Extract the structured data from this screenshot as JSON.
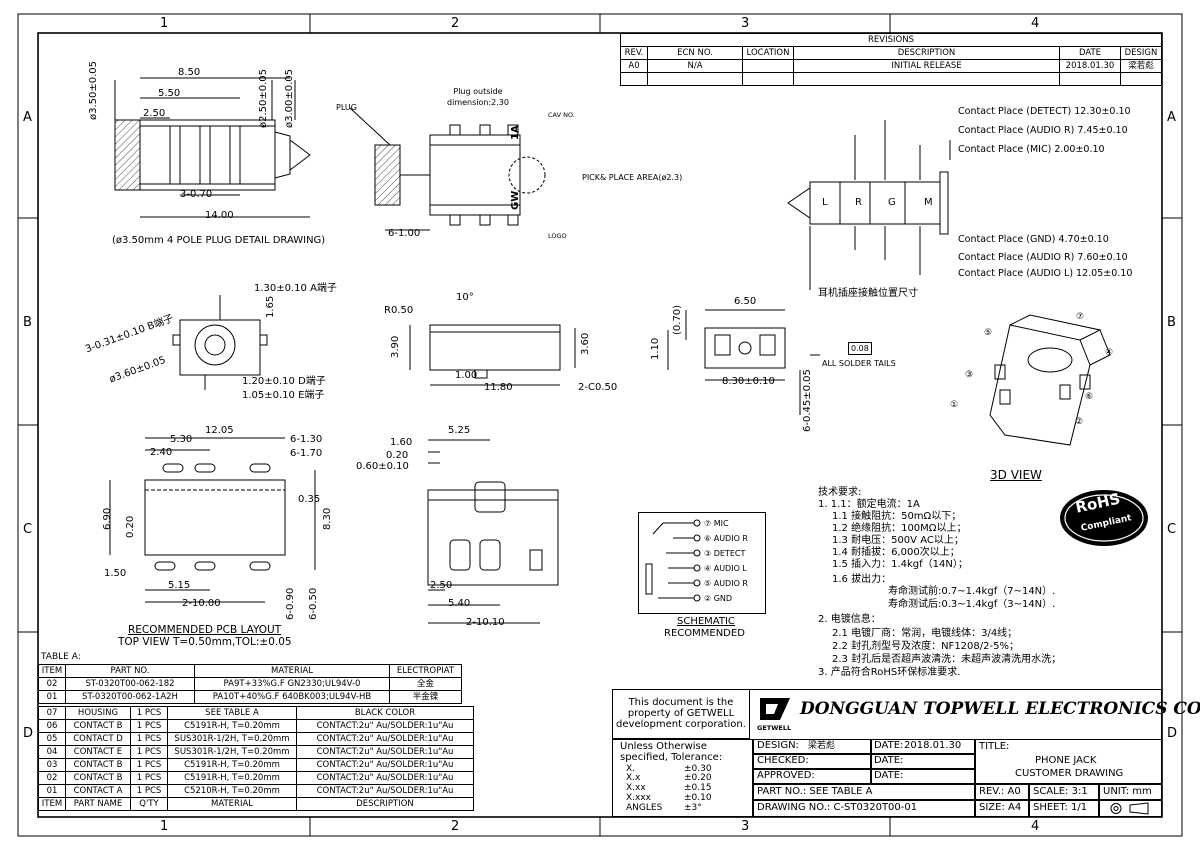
{
  "grid": {
    "cols": [
      "1",
      "2",
      "3",
      "4"
    ],
    "rows": [
      "A",
      "B",
      "C",
      "D"
    ]
  },
  "revisions": {
    "title": "REVISIONS",
    "headers": [
      "REV.",
      "ECN NO.",
      "LOCATION",
      "DESCRIPTION",
      "DATE",
      "DESIGN"
    ],
    "rows": [
      [
        "A0",
        "N/A",
        "",
        "INITIAL RELEASE",
        "2018.01.30",
        "梁若彪"
      ]
    ]
  },
  "plug_view": {
    "dims": [
      "8.50",
      "5.50",
      "2.50",
      "3-0.70",
      "14.00",
      "ø3.50±0.05",
      "ø2.50±0.05",
      "ø3.00±0.05"
    ],
    "caption": "(ø3.50mm 4 POLE PLUG DETAIL DRAWING)"
  },
  "jack_side_view": {
    "plug_label": "PLUG",
    "outside_dim": "Plug outside dimension:2.30",
    "cav_no": "CAV NO.",
    "pick_place": "PICK& PLACE AREA(ø2.3)",
    "logo": "LOGO",
    "dim_bottom": "6-1.00",
    "mark_1a": "1A",
    "mark_gw": "GW"
  },
  "contact_places": {
    "top": [
      "Contact Place (DETECT) 12.30±0.10",
      "Contact Place (AUDIO R) 7.45±0.10",
      "Contact Place (MIC) 2.00±0.10"
    ],
    "bottom": [
      "Contact Place (GND) 4.70±0.10",
      "Contact Place (AUDIO R) 7.60±0.10",
      "Contact Place (AUDIO L) 12.05±0.10"
    ],
    "segments": [
      "L",
      "R",
      "G",
      "M"
    ],
    "caption": "耳机插座接触位置尺寸"
  },
  "front_view": {
    "dims": [
      "1.30±0.10 A端子",
      "1.65",
      "3-0.31±0.10 B端子",
      "ø3.60±0.05",
      "1.20±0.10 D端子",
      "1.05±0.10 E端子"
    ]
  },
  "top_side_view": {
    "dims": [
      "R0.50",
      "10°",
      "3.90",
      "3.60",
      "1.00",
      "11.80",
      "2-C0.50"
    ]
  },
  "end_view": {
    "dims": [
      "6.50",
      "1.10",
      "(0.70)",
      "8.30±0.10",
      "6-0.45±0.05",
      "0.08"
    ],
    "note": "ALL SOLDER TAILS"
  },
  "pcb_layout": {
    "dims": [
      "12.05",
      "5.30",
      "2.40",
      "6-1.30",
      "6-1.70",
      "0.35",
      "6.90",
      "0.20",
      "8.30",
      "1.50",
      "5.15",
      "2-10.00",
      "6-0.90",
      "6-0.50"
    ],
    "caption1": "RECOMMENDED PCB LAYOUT",
    "caption2": "TOP VIEW T=0.50mm,TOL:±0.05"
  },
  "bottom_view": {
    "dims": [
      "5.25",
      "1.60",
      "0.20",
      "0.60±0.10",
      "2.50",
      "5.40",
      "2-10.10"
    ]
  },
  "schematic": {
    "pins": [
      {
        "num": "⑦",
        "name": "MIC"
      },
      {
        "num": "⑥",
        "name": "AUDIO R"
      },
      {
        "num": "③",
        "name": "DETECT"
      },
      {
        "num": "④",
        "name": "AUDIO L"
      },
      {
        "num": "⑤",
        "name": "AUDIO R"
      },
      {
        "num": "②",
        "name": "GND"
      }
    ],
    "caption1": "SCHEMATIC",
    "caption2": "RECOMMENDED"
  },
  "view3d": {
    "caption": "3D VIEW",
    "callouts": [
      "⑤",
      "⑦",
      "④",
      "③",
      "⑥",
      "①",
      "②"
    ]
  },
  "rohs": {
    "line1": "RoHS",
    "line2": "Compliant"
  },
  "requirements": {
    "title": "技术要求:",
    "lines": [
      "1.  1.1：额定电流：1A",
      "1.1  接触阻抗：50mΩ以下；",
      "1.2  绝缘阻抗：100MΩ以上；",
      "1.3  耐电压：500V AC以上；",
      "1.4  耐插拔：6,000次以上；",
      "1.5  插入力：1.4kgf（14N）；",
      "1.6  拔出力：",
      "寿命测试前:0.7~1.4kgf（7~14N）.",
      "寿命测试后:0.3~1.4kgf（3~14N）.",
      "2.  电镀信息：",
      "2.1  电镀厂商：常润，电镀线体：3/4线；",
      "2.2  封孔剂型号及浓度：NF1208/2-5%；",
      "2.3  封孔后是否超声波清洗：未超声波清洗用水洗；",
      "3.  产品符合RoHS环保标准要求."
    ]
  },
  "table_a": {
    "label": "TABLE A:",
    "headers": [
      "ITEM",
      "PART NO.",
      "MATERIAL",
      "ELECTROPIAT"
    ],
    "rows": [
      [
        "02",
        "ST-0320T00-062-182",
        "PA9T+33%G.F GN2330;UL94V-0",
        "全金"
      ],
      [
        "01",
        "ST-0320T00-062-1A2H",
        "PA10T+40%G.F 640BK003;UL94V-HB",
        "半金镍"
      ]
    ]
  },
  "bom": {
    "headers": [
      "ITEM",
      "PART NAME",
      "Q'TY",
      "MATERIAL",
      "DESCRIPTION"
    ],
    "rows": [
      [
        "07",
        "HOUSING",
        "1 PCS",
        "SEE TABLE A",
        "BLACK COLOR"
      ],
      [
        "06",
        "CONTACT B",
        "1 PCS",
        "C5191R-H, T=0.20mm",
        "CONTACT:2u\" Au/SOLDER:1u\"Au"
      ],
      [
        "05",
        "CONTACT D",
        "1 PCS",
        "SUS301R-1/2H, T=0.20mm",
        "CONTACT:2u\" Au/SOLDER:1u\"Au"
      ],
      [
        "04",
        "CONTACT E",
        "1 PCS",
        "SUS301R-1/2H, T=0.20mm",
        "CONTACT:2u\" Au/SOLDER:1u\"Au"
      ],
      [
        "03",
        "CONTACT B",
        "1 PCS",
        "C5191R-H, T=0.20mm",
        "CONTACT:2u\" Au/SOLDER:1u\"Au"
      ],
      [
        "02",
        "CONTACT B",
        "1 PCS",
        "C5191R-H, T=0.20mm",
        "CONTACT:2u\" Au/SOLDER:1u\"Au"
      ],
      [
        "01",
        "CONTACT A",
        "1 PCS",
        "C5210R-H, T=0.20mm",
        "CONTACT:2u\" Au/SOLDER:1u\"Au"
      ]
    ]
  },
  "title_block": {
    "property_note": "This document is the property of GETWELL development corporation.",
    "logo_text": "GETWELL",
    "company": "DONGGUAN TOPWELL ELECTRONICS CO.,LTD.",
    "tolerance_title": "Unless Otherwise specified, Tolerance:",
    "tolerances": [
      [
        "X.",
        "±0.30"
      ],
      [
        "X.x",
        "±0.20"
      ],
      [
        "X.xx",
        "±0.15"
      ],
      [
        "X.xxx",
        "±0.10"
      ],
      [
        "ANGLES",
        "±3°"
      ]
    ],
    "design_label": "DESIGN:",
    "design_value": "梁若彪",
    "date_label": "DATE:",
    "date_value": "2018.01.30",
    "checked_label": "CHECKED:",
    "approved_label": "APPROVED:",
    "title_label": "TITLE:",
    "title_line1": "PHONE JACK",
    "title_line2": "CUSTOMER DRAWING",
    "part_no": "PART NO.: SEE TABLE A",
    "drawing_no": "DRAWING NO.: C-ST0320T00-01",
    "rev": "REV.: A0",
    "scale": "SCALE: 3:1",
    "unit": "UNIT: mm",
    "size": "SIZE: A4",
    "sheet": "SHEET: 1/1"
  }
}
